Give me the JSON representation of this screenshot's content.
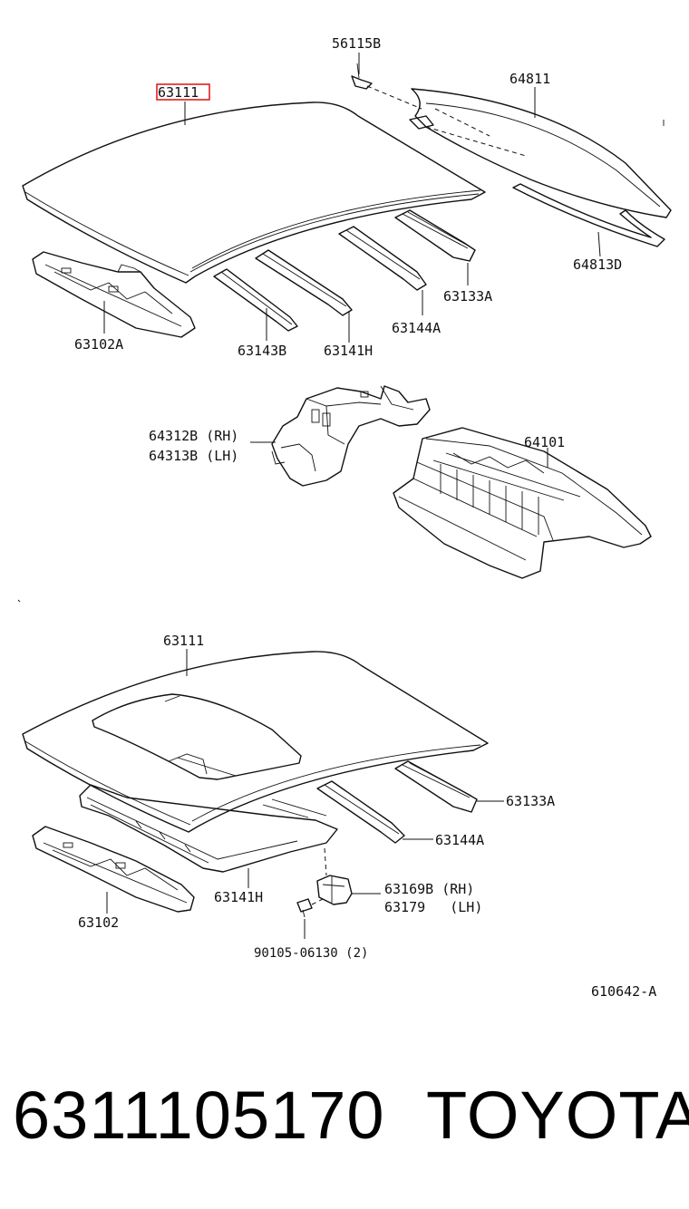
{
  "diagram": {
    "highlight_color": "#e02020",
    "top": {
      "labels": {
        "p56115b": "56115B",
        "p63111": "63111",
        "p64811": "64811",
        "p64813d": "64813D",
        "p63102a": "63102A",
        "p63143b": "63143B",
        "p63141h": "63141H",
        "p63144a": "63144A",
        "p63133a": "63133A"
      }
    },
    "middle": {
      "labels": {
        "p64312b": "64312B (RH)",
        "p64313b": "64313B (LH)",
        "p64101": "64101"
      }
    },
    "bottom": {
      "labels": {
        "p63111": "63111",
        "p63133a": "63133A",
        "p63144a": "63144A",
        "p63169b": "63169B (RH)",
        "p63179": "63179   (LH)",
        "p63141h": "63141H",
        "p63102": "63102",
        "p90105": "90105-06130 (2)"
      }
    },
    "figure_code": "610642-A"
  },
  "footer": {
    "part_number": "6311105170",
    "brand": "TOYOTA"
  }
}
